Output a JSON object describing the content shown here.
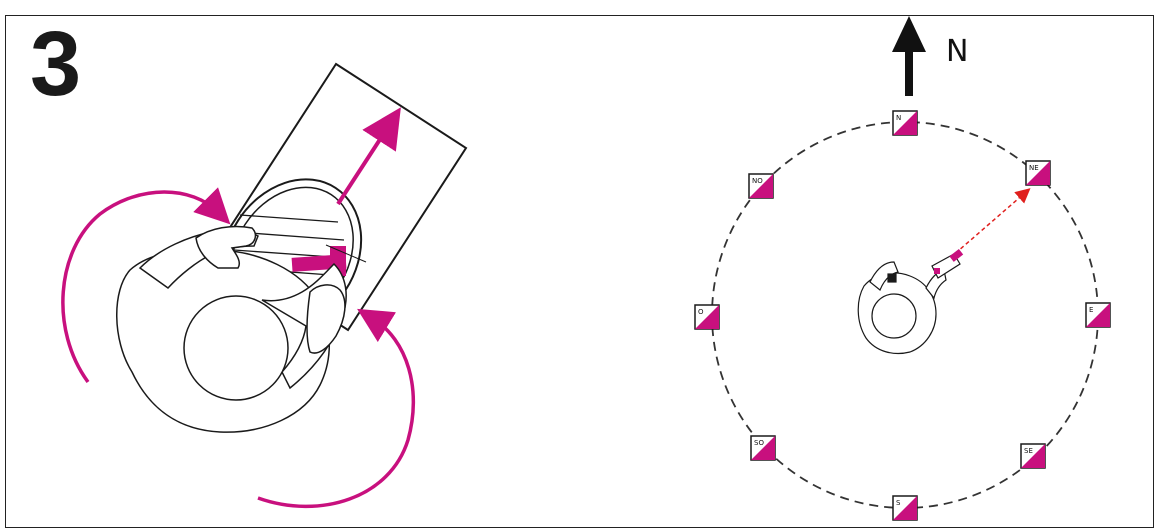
{
  "step": {
    "number": "3"
  },
  "compass": {
    "north_label": "N"
  },
  "colors": {
    "accent": "#c8107e",
    "line": "#1a1a1a",
    "bearing": "#e0201e"
  },
  "controls": [
    {
      "code": "N",
      "direction": "north"
    },
    {
      "code": "NE",
      "direction": "north-east"
    },
    {
      "code": "E",
      "direction": "east"
    },
    {
      "code": "SE",
      "direction": "south-east"
    },
    {
      "code": "S",
      "direction": "south"
    },
    {
      "code": "SO",
      "direction": "south-west"
    },
    {
      "code": "O",
      "direction": "west"
    },
    {
      "code": "NO",
      "direction": "north-west"
    }
  ],
  "icons": [
    "north-arrow-icon",
    "rotate-arrow-icon",
    "travel-direction-arrow-icon",
    "control-flag-icon",
    "person-with-compass-icon"
  ]
}
